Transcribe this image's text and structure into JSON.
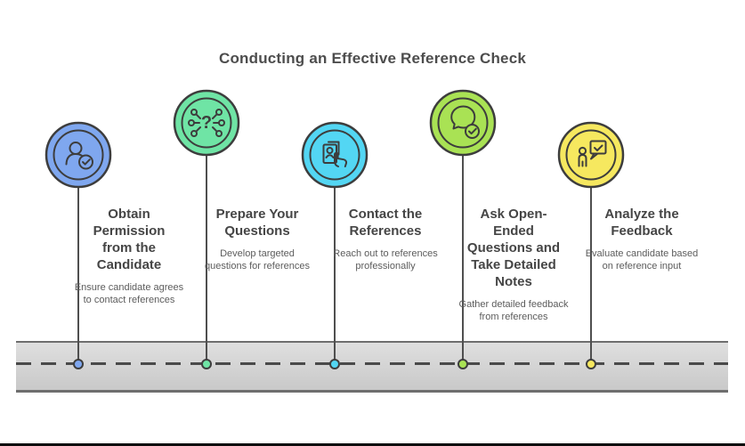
{
  "title": "Conducting an Effective Reference Check",
  "theme": {
    "outline": "#3d3d3d",
    "road_fill_top": "#dfdfdf",
    "road_fill_bottom": "#c9c9c9",
    "road_border": "#6e6e6e",
    "dash_color": "#4a4a4a",
    "title_color": "#4d4d4d",
    "step_title_color": "#454545",
    "step_subtitle_color": "#5c5c5c"
  },
  "steps": [
    {
      "icon": "person-check-icon",
      "color": "#7fa7ef",
      "title_lines": [
        "Obtain",
        "Permission",
        "from the",
        "Candidate"
      ],
      "subtitle_lines": [
        "Ensure candidate agrees",
        "to contact references"
      ]
    },
    {
      "icon": "question-network-icon",
      "color": "#6fe4a5",
      "title_lines": [
        "Prepare Your",
        "Questions"
      ],
      "subtitle_lines": [
        "Develop targeted",
        "questions for references"
      ],
      "question_glyph": "?"
    },
    {
      "icon": "contact-card-icon",
      "color": "#53d6f3",
      "title_lines": [
        "Contact the",
        "References"
      ],
      "subtitle_lines": [
        "Reach out to references",
        "professionally"
      ]
    },
    {
      "icon": "speech-bubble-check-icon",
      "color": "#a9e254",
      "title_lines": [
        "Ask Open-",
        "Ended",
        "Questions and",
        "Take Detailed",
        "Notes"
      ],
      "subtitle_lines": [
        "Gather detailed feedback",
        "from references"
      ]
    },
    {
      "icon": "person-feedback-icon",
      "color": "#f6e85f",
      "title_lines": [
        "Analyze the",
        "Feedback"
      ],
      "subtitle_lines": [
        "Evaluate candidate based",
        "on reference input"
      ]
    }
  ]
}
